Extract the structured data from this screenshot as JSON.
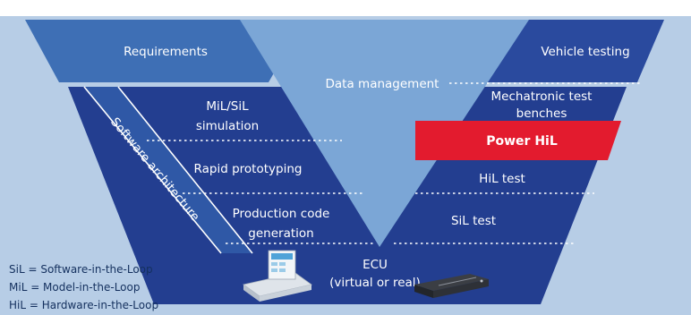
{
  "diagram": {
    "requirements": "Requirements",
    "data_management": "Data management",
    "vehicle_testing": "Vehicle testing",
    "software_architecture": "Software architecture",
    "mil_sil_simulation": [
      "MiL/SiL",
      "simulation"
    ],
    "rapid_prototyping": "Rapid prototyping",
    "production_code_generation": [
      "Production code",
      "generation"
    ],
    "mechatronic_test_benches": [
      "Mechatronic test",
      "benches"
    ],
    "power_hil": "Power HiL",
    "hil_test": "HiL test",
    "sil_test": "SiL test",
    "ecu": [
      "ECU",
      "(virtual or real)"
    ]
  },
  "legend": [
    "SiL = Software-in-the-Loop",
    "MiL = Model-in-the-Loop",
    "HiL = Hardware-in-the-Loop"
  ],
  "colors": {
    "page_background": "#b7cde6",
    "dark_blue": "#233e90",
    "medium_blue": "#3e6fb5",
    "light_blue": "#7ba6d6",
    "power_hil_red": "#e31b2e",
    "legend_text": "#14305e"
  }
}
